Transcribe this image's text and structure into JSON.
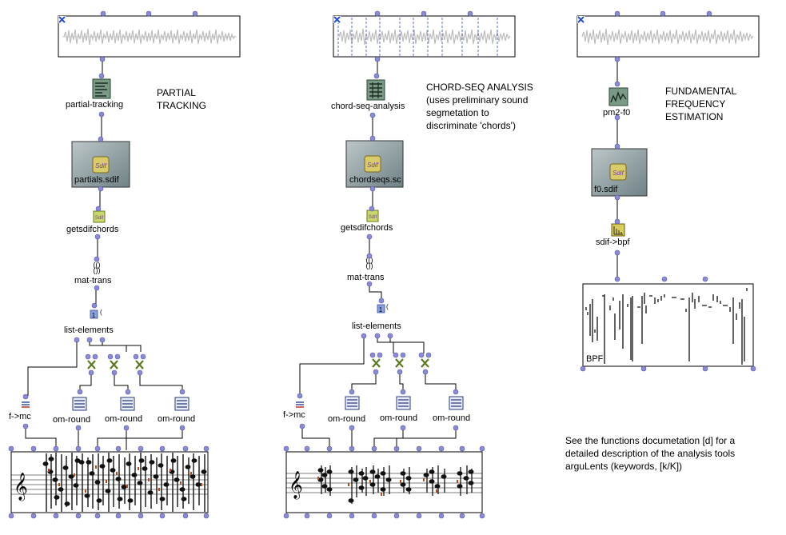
{
  "labels": {
    "partial_tracking_fn": "partial-tracking",
    "partials_file": "partials.sdif",
    "getsdifchords_1": "getsdifchords",
    "mat_trans_1": "mat-trans",
    "list_elements_1": "list-elements",
    "f_mc_1": "f->mc",
    "om_round": "om-round",
    "chord_seq_fn": "chord-seq-analysis",
    "chordseqs_file": "chordseqs.sc",
    "getsdifchords_2": "getsdifchords",
    "mat_trans_2": "mat-trans",
    "list_elements_2": "list-elements",
    "f_mc_2": "f->mc",
    "pm2_f0_fn": "pm2-f0",
    "f0_file": "f0.sdif",
    "sdif_bpf_fn": "sdif->bpf",
    "bpf_label": "BPF"
  },
  "comments": {
    "partial": [
      "PARTIAL",
      "TRACKING"
    ],
    "chordseq": [
      "CHORD-SEQ ANALYSIS",
      "(uses preliminary sound",
      "segmetation to",
      "discriminate 'chords')"
    ],
    "f0": [
      "FUNDAMENTAL",
      "FREQUENCY",
      "ESTIMATION"
    ],
    "docs": [
      "See the functions documetation [d] for a",
      "detailed description of the analysis tools",
      "arguLents (keywords, [k/K])"
    ]
  },
  "icons": [
    "sound-file-icon",
    "partial-tracking-icon",
    "chord-seq-analysis-icon",
    "pm2-f0-icon",
    "sdif-file-icon",
    "sdif-chords-icon",
    "mat-trans-icon",
    "list-elements-icon",
    "multiply-icon",
    "om-round-icon",
    "f-to-mc-icon",
    "sdif-to-bpf-icon",
    "treble-clef-icon"
  ],
  "colors": {
    "inlet": "#8a8ad8",
    "sdif_box": "#8ea0a4",
    "wire": "#000000",
    "waveform": "#b8b8b8",
    "segment_marker": "#5a6ec8"
  }
}
